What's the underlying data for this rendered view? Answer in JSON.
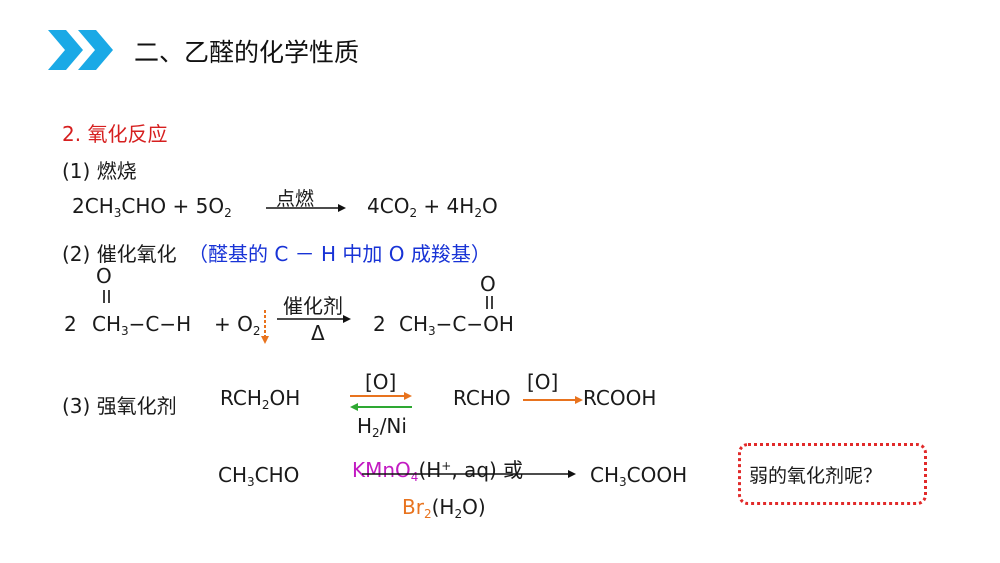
{
  "header": {
    "title": "二、乙醛的化学性质",
    "chevron_color": "#1aa9e6"
  },
  "section": {
    "heading": "2.  氧化反应"
  },
  "combustion": {
    "label": "(1) 燃烧",
    "reactant": "2CH3CHO + 5O2",
    "condition": "点燃",
    "product": "4CO2 + 4H2O"
  },
  "catalytic": {
    "label": "(2) 催化氧化",
    "note": "（醛基的 C － H 中加 O 成羧基）",
    "reactant_coef": "2",
    "reactant_carbonyl_o": "O",
    "reactant": "CH3−C−H",
    "plus_o2": "+ O2",
    "catalyst": "催化剂",
    "heat": "Δ",
    "product_coef": "2",
    "product_carbonyl_o": "O",
    "product": "CH3−C−OH"
  },
  "strong": {
    "label": "(3) 强氧化剂",
    "rch2oh": "RCH2OH",
    "oxidant_top_1": "[O]",
    "reductant_bottom": "H2/Ni",
    "rcho": "RCHO",
    "oxidant_top_2": "[O]",
    "rcooh": "RCOOH",
    "ch3cho": "CH3CHO",
    "kmno4": "KMnO4(H+, aq) 或",
    "br2": "Br2(H2O)",
    "ch3cooh": "CH3COOH"
  },
  "question_box": {
    "text": "弱的氧化剂呢？",
    "border_color": "#e12a2a"
  }
}
